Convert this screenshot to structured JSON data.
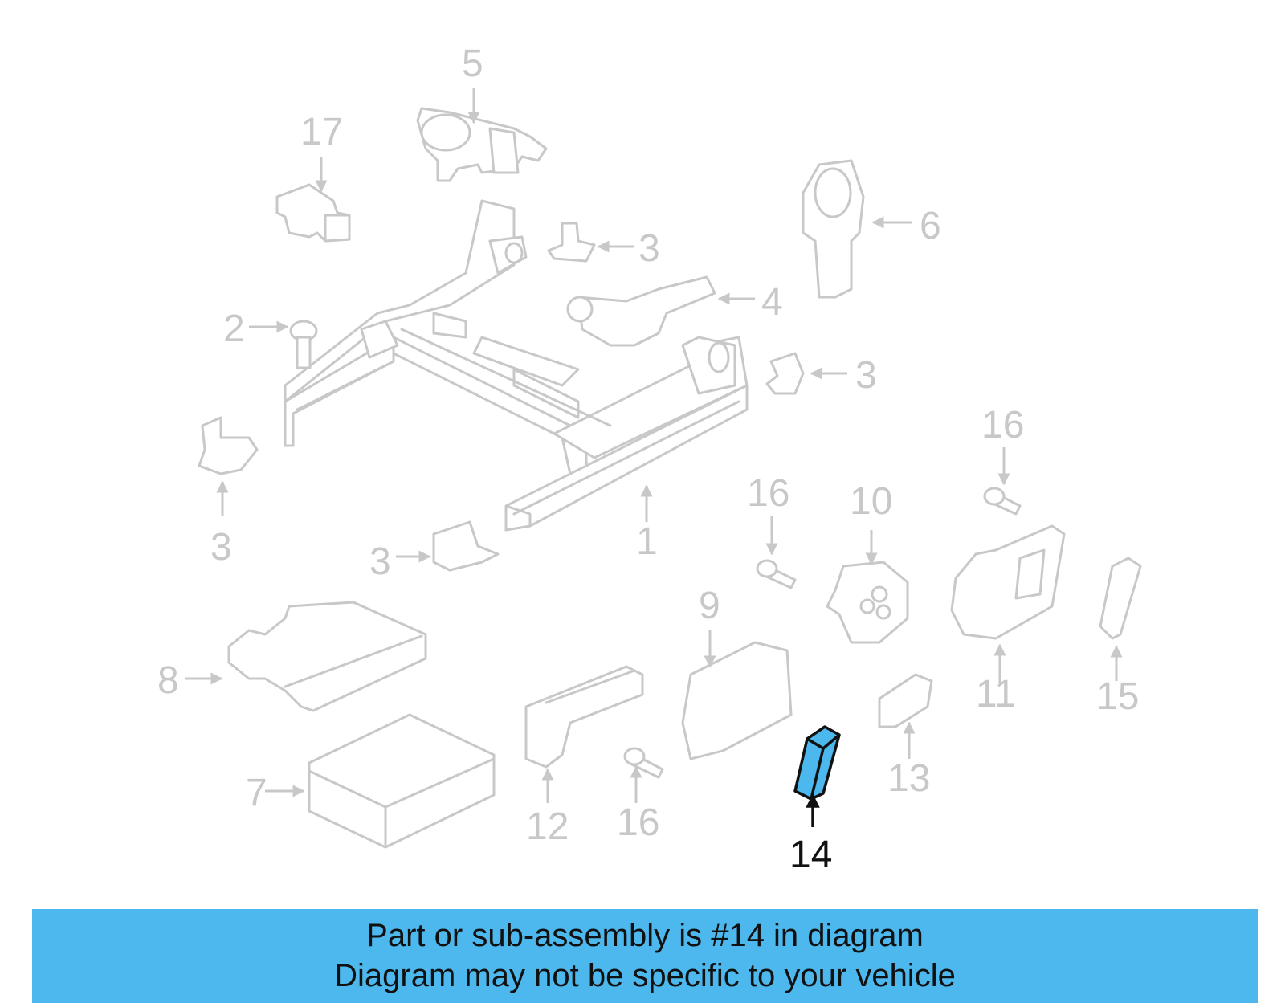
{
  "diagram": {
    "highlight_color": "#4db8ee",
    "part_color": "#c8c8c8",
    "labels": {
      "part1": "1",
      "part2": "2",
      "part3a": "3",
      "part3b": "3",
      "part3c": "3",
      "part3d": "3",
      "part4": "4",
      "part5": "5",
      "part6": "6",
      "part7": "7",
      "part8": "8",
      "part9": "9",
      "part10": "10",
      "part11": "11",
      "part12": "12",
      "part13": "13",
      "part14": "14",
      "part15": "15",
      "part16a": "16",
      "part16b": "16",
      "part16c": "16",
      "part17": "17"
    }
  },
  "banner": {
    "line1": "Part or sub-assembly is #14 in diagram",
    "line2": "Diagram may not be specific to your vehicle",
    "background": "#4db8ee"
  }
}
